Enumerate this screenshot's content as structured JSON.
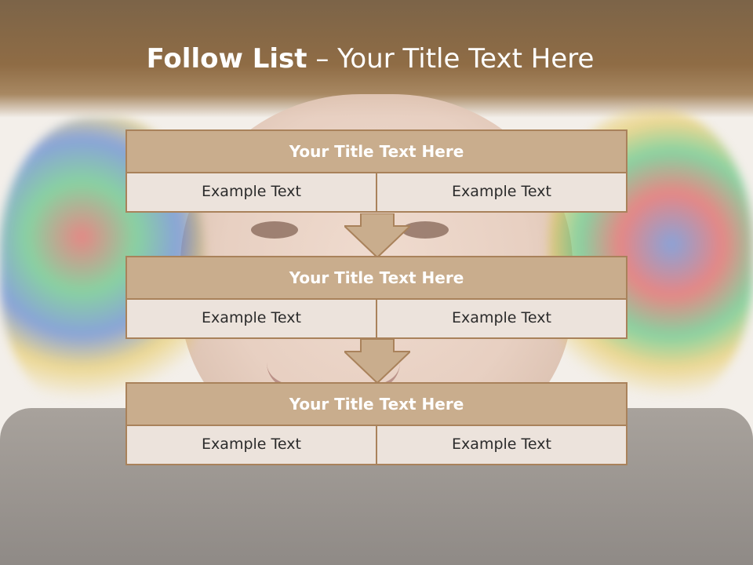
{
  "slide": {
    "title_bold": "Follow List",
    "title_rest": " – Your Title Text Here"
  },
  "blocks": [
    {
      "title": "Your Title Text Here",
      "left": "Example Text",
      "right": "Example Text"
    },
    {
      "title": "Your Title Text Here",
      "left": "Example Text",
      "right": "Example Text"
    },
    {
      "title": "Your Title Text Here",
      "left": "Example Text",
      "right": "Example Text"
    }
  ],
  "colors": {
    "header_brown": "#8f6c45",
    "block_fill": "#c9ad8d",
    "block_border": "#a9825b",
    "cell_fill": "#ece3dc"
  },
  "icons": [
    "down-arrow-icon",
    "down-arrow-icon"
  ]
}
